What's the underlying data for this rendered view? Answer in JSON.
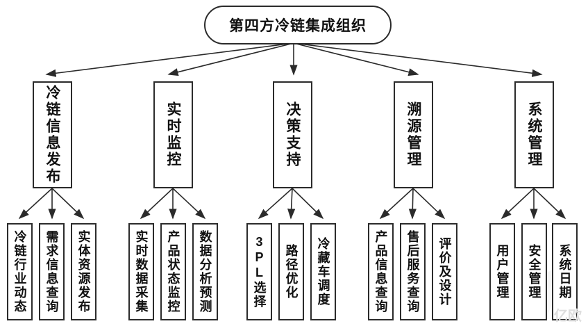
{
  "diagram": {
    "root_label": "第四方冷链集成组织",
    "branches": [
      {
        "label": "冷链信息发布",
        "children": [
          "冷链行业动态",
          "需求信息查询",
          "实体资源发布"
        ]
      },
      {
        "label": "实时监控",
        "children": [
          "实时数据采集",
          "产品状态监控",
          "数据分析预测"
        ]
      },
      {
        "label": "决策支持",
        "children": [
          "3PL选择",
          "路径优化",
          "冷藏车调度"
        ]
      },
      {
        "label": "溯源管理",
        "children": [
          "产品信息查询",
          "售后服务查询",
          "评价及设计"
        ]
      },
      {
        "label": "系统管理",
        "children": [
          "用户管理",
          "安全管理",
          "系统日期"
        ]
      }
    ],
    "watermark": "亿欧",
    "colors": {
      "background": "#ffffff",
      "line": "#2b2b2b",
      "box_border": "#2b2b2b",
      "text": "#111111",
      "watermark": "#dedede"
    }
  }
}
